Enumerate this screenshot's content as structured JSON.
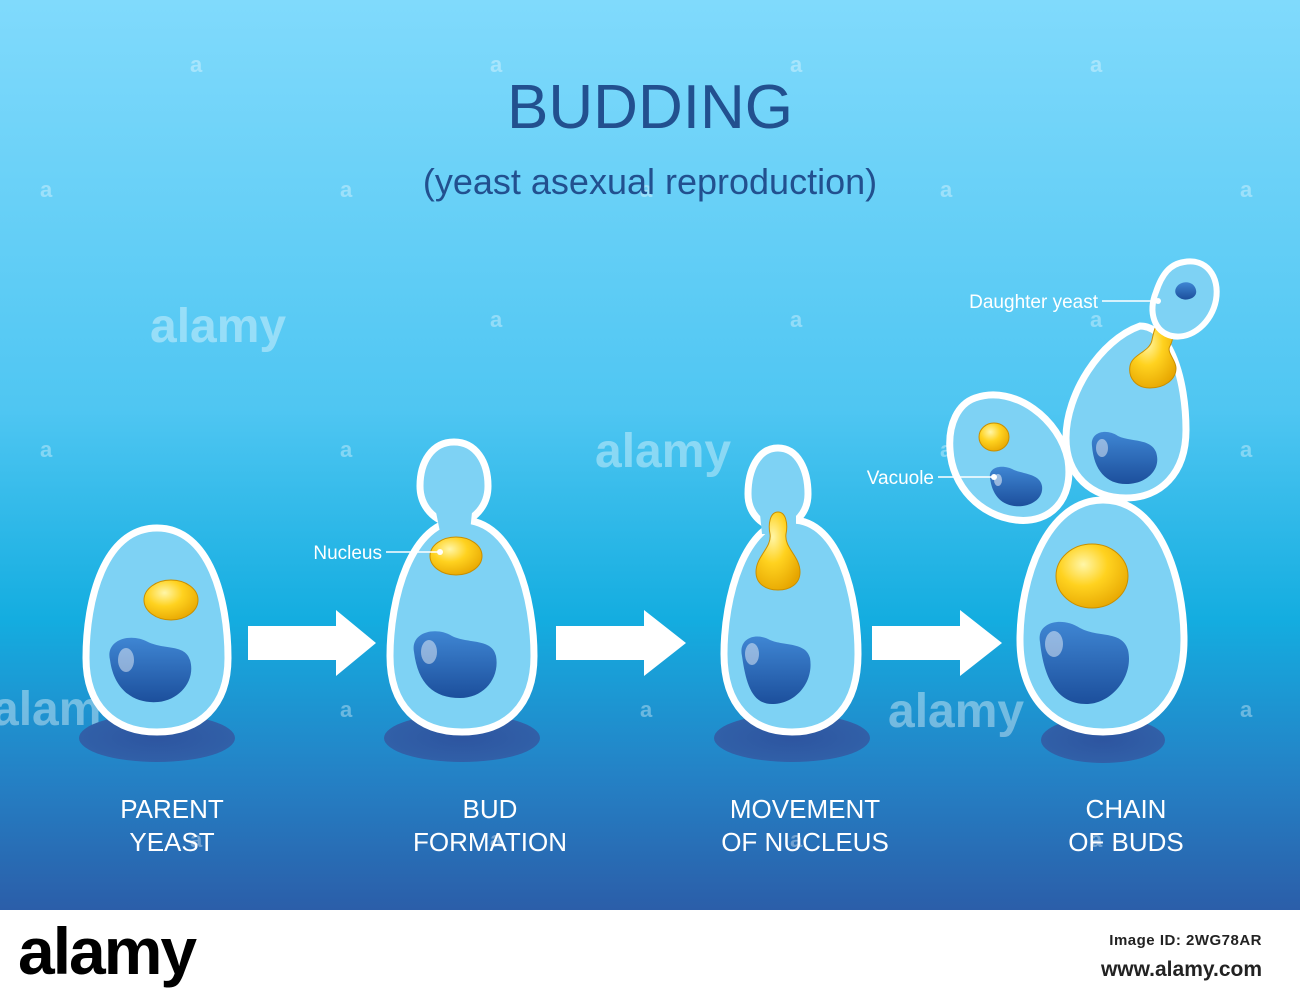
{
  "title": "BUDDING",
  "subtitle": "(yeast asexual reproduction)",
  "stages": [
    {
      "label_line1": "PARENT",
      "label_line2": "YEAST"
    },
    {
      "label_line1": "BUD",
      "label_line2": "FORMATION"
    },
    {
      "label_line1": "MOVEMENT",
      "label_line2": "OF NUCLEUS"
    },
    {
      "label_line1": "CHAIN",
      "label_line2": "OF BUDS"
    }
  ],
  "callouts": {
    "nucleus": "Nucleus",
    "vacuole": "Vacuole",
    "daughter_yeast": "Daughter yeast"
  },
  "watermark_text": "alamy",
  "footer": {
    "brand": "alamy",
    "image_id": "Image ID: 2WG78AR",
    "url": "www.alamy.com"
  },
  "colors": {
    "background_top": "#7fd9fb",
    "background_mid": "#18b1e2",
    "background_bottom": "#2b61ad",
    "cell_fill": "#7ed2f4",
    "cell_outline": "#ffffff",
    "nucleus": "#f2c200",
    "vacuole": "#2566b3",
    "shadow": "#2f5ba3",
    "title_text": "#22508f"
  }
}
